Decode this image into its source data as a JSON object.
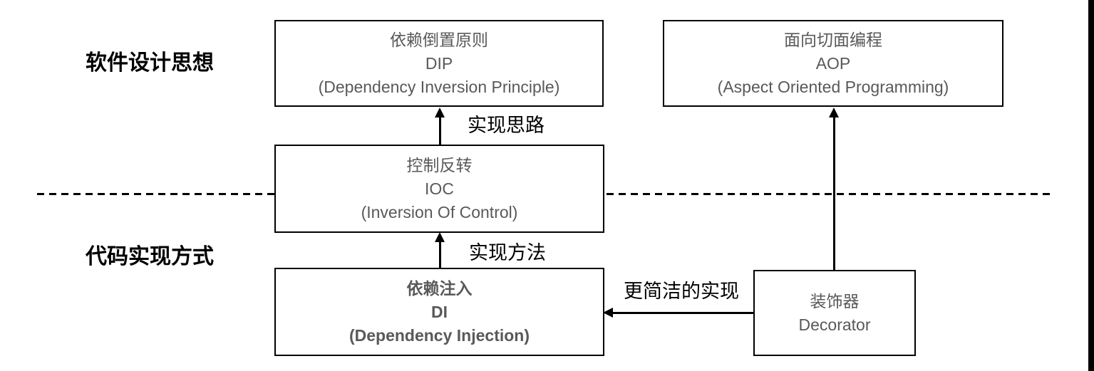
{
  "page": {
    "background": "#ffffff",
    "right_edge_bar_color": "#000000"
  },
  "colors": {
    "box_border": "#000000",
    "box_text": "#595959",
    "label_text": "#000000",
    "line": "#000000"
  },
  "section_labels": {
    "design_philosophy": "软件设计思想",
    "code_implementation": "代码实现方式"
  },
  "boxes": {
    "dip": {
      "lines": [
        "依赖倒置原则",
        "DIP",
        "(Dependency Inversion Principle)"
      ]
    },
    "aop": {
      "lines": [
        "面向切面编程",
        "AOP",
        "(Aspect Oriented Programming)"
      ]
    },
    "ioc": {
      "lines": [
        "控制反转",
        "IOC",
        "(Inversion Of Control)"
      ]
    },
    "di": {
      "lines": [
        "依赖注入",
        "DI",
        "(Dependency Injection)"
      ]
    },
    "decorator": {
      "lines": [
        "装饰器",
        "Decorator"
      ]
    }
  },
  "arrow_labels": {
    "implementation_idea": "实现思路",
    "implementation_method": "实现方法",
    "simpler_implementation": "更简洁的实现"
  }
}
